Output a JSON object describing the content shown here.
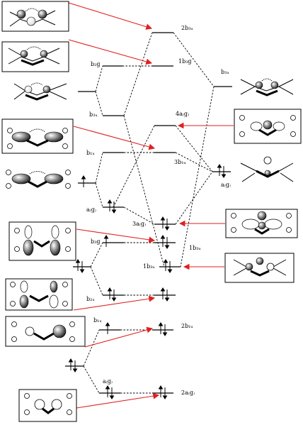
{
  "levels": {
    "center": {
      "b2u_top": "2b₃ᵤ",
      "b3g_1": "1b₃g",
      "ag4": "4a₍g₎",
      "b1u3": "3b₁ᵤ",
      "ag3": "3a₍g₎",
      "b3u1": "1b₃ᵤ",
      "b1u2": "2b₁ᵤ",
      "ag2": "2a₍g₎",
      "b3u_center": "1b₃ᵤ"
    },
    "left": {
      "b2g": "b₂g",
      "b3u": "b₃ᵤ",
      "b1u": "b₁ᵤ",
      "ag": "a₍g₎",
      "b3g": "b₃g",
      "b2u": "b₂ᵤ",
      "b1u_low": "b₁ᵤ",
      "ag_low": "a₍g₎"
    },
    "right": {
      "b3u": "b₃ᵤ",
      "ag": "a₍g₎"
    }
  },
  "colors": {
    "arrow": "#e02020",
    "lobe_dark": "#555555",
    "lobe_light": "#ffffff"
  }
}
